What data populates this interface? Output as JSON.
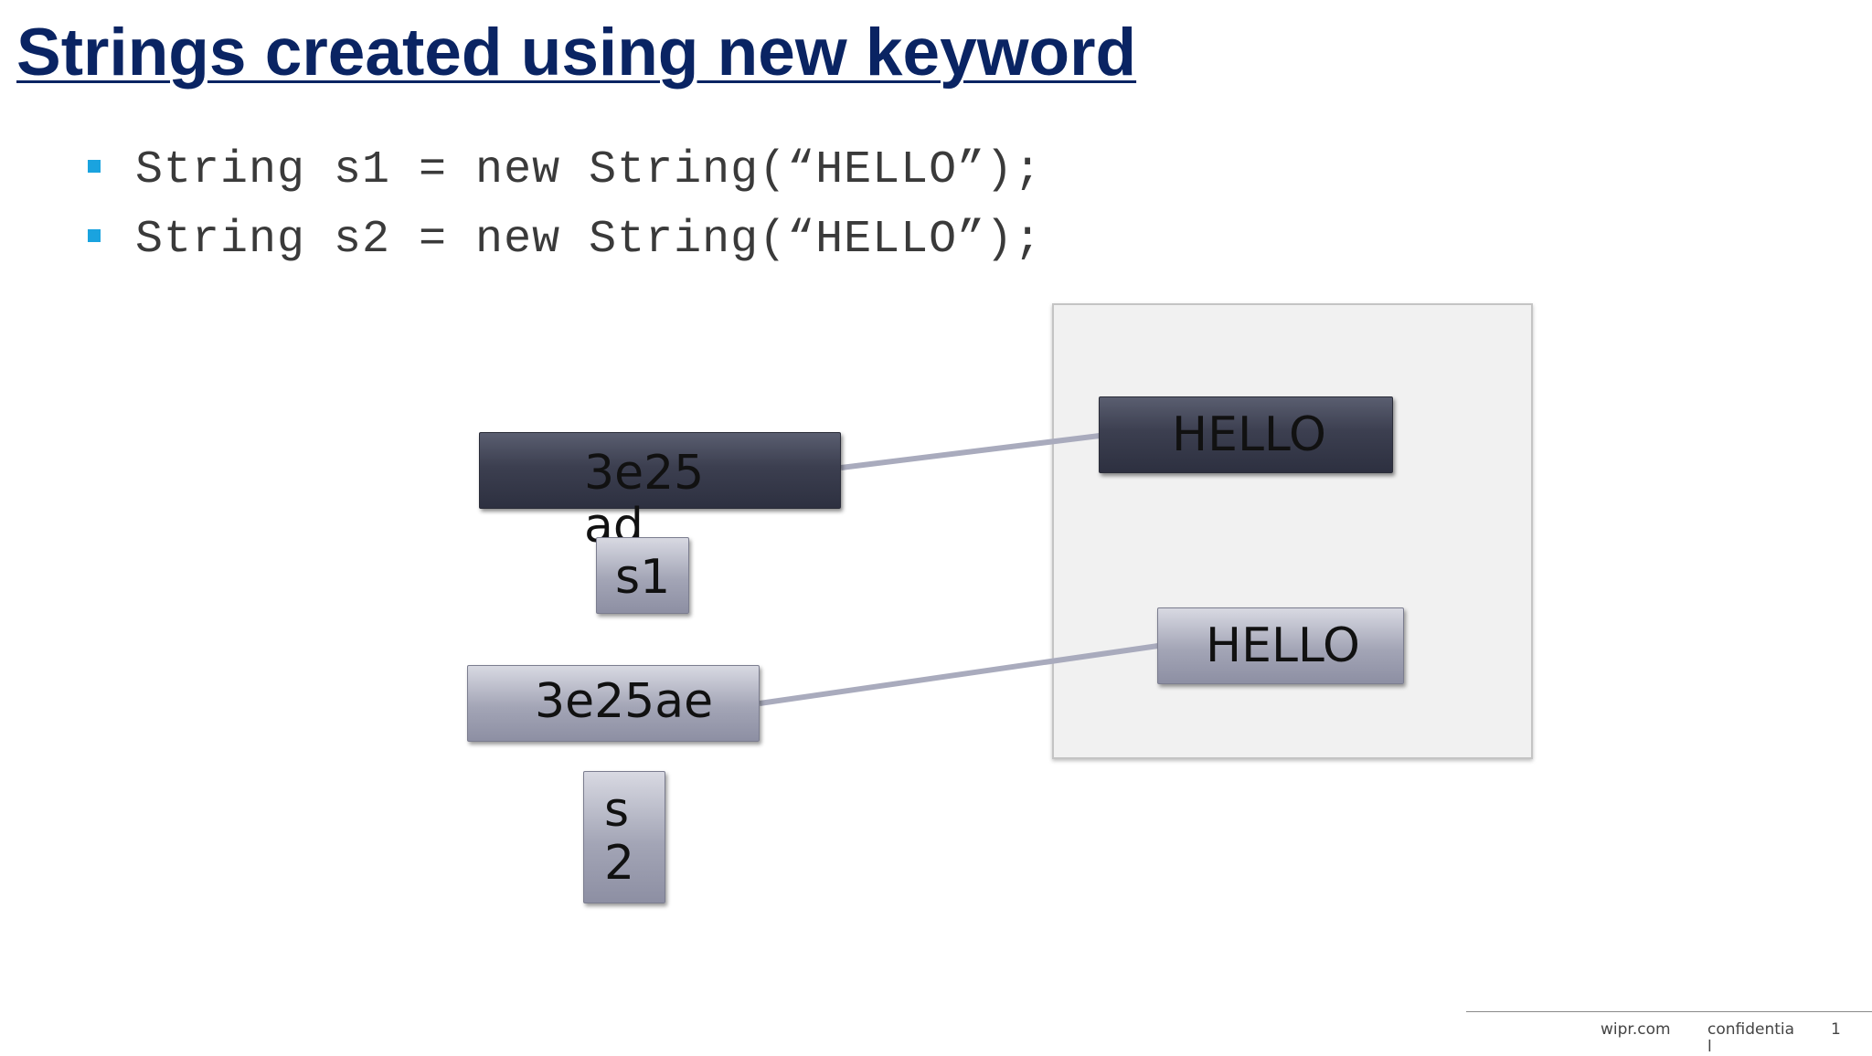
{
  "title": "Strings created using new keyword",
  "bullets": [
    "String s1 = new String(“HELLO”);",
    "String s2 = new String(“HELLO”);"
  ],
  "diagram": {
    "ref1_value": "3e25ad",
    "ref1_label": "s1",
    "ref2_value": "3e25ae",
    "ref2_label": "s2",
    "heap_object_1": "HELLO",
    "heap_object_2": "HELLO"
  },
  "footer": {
    "brand": "wipr.com",
    "confidential": "confidential",
    "page": "1"
  },
  "colors": {
    "title": "#0a2463",
    "bullet_accent": "#1aa3df",
    "dark_box": "#3c3f50",
    "light_box": "#a3a5b6",
    "heap_background": "#f1f1f1"
  }
}
